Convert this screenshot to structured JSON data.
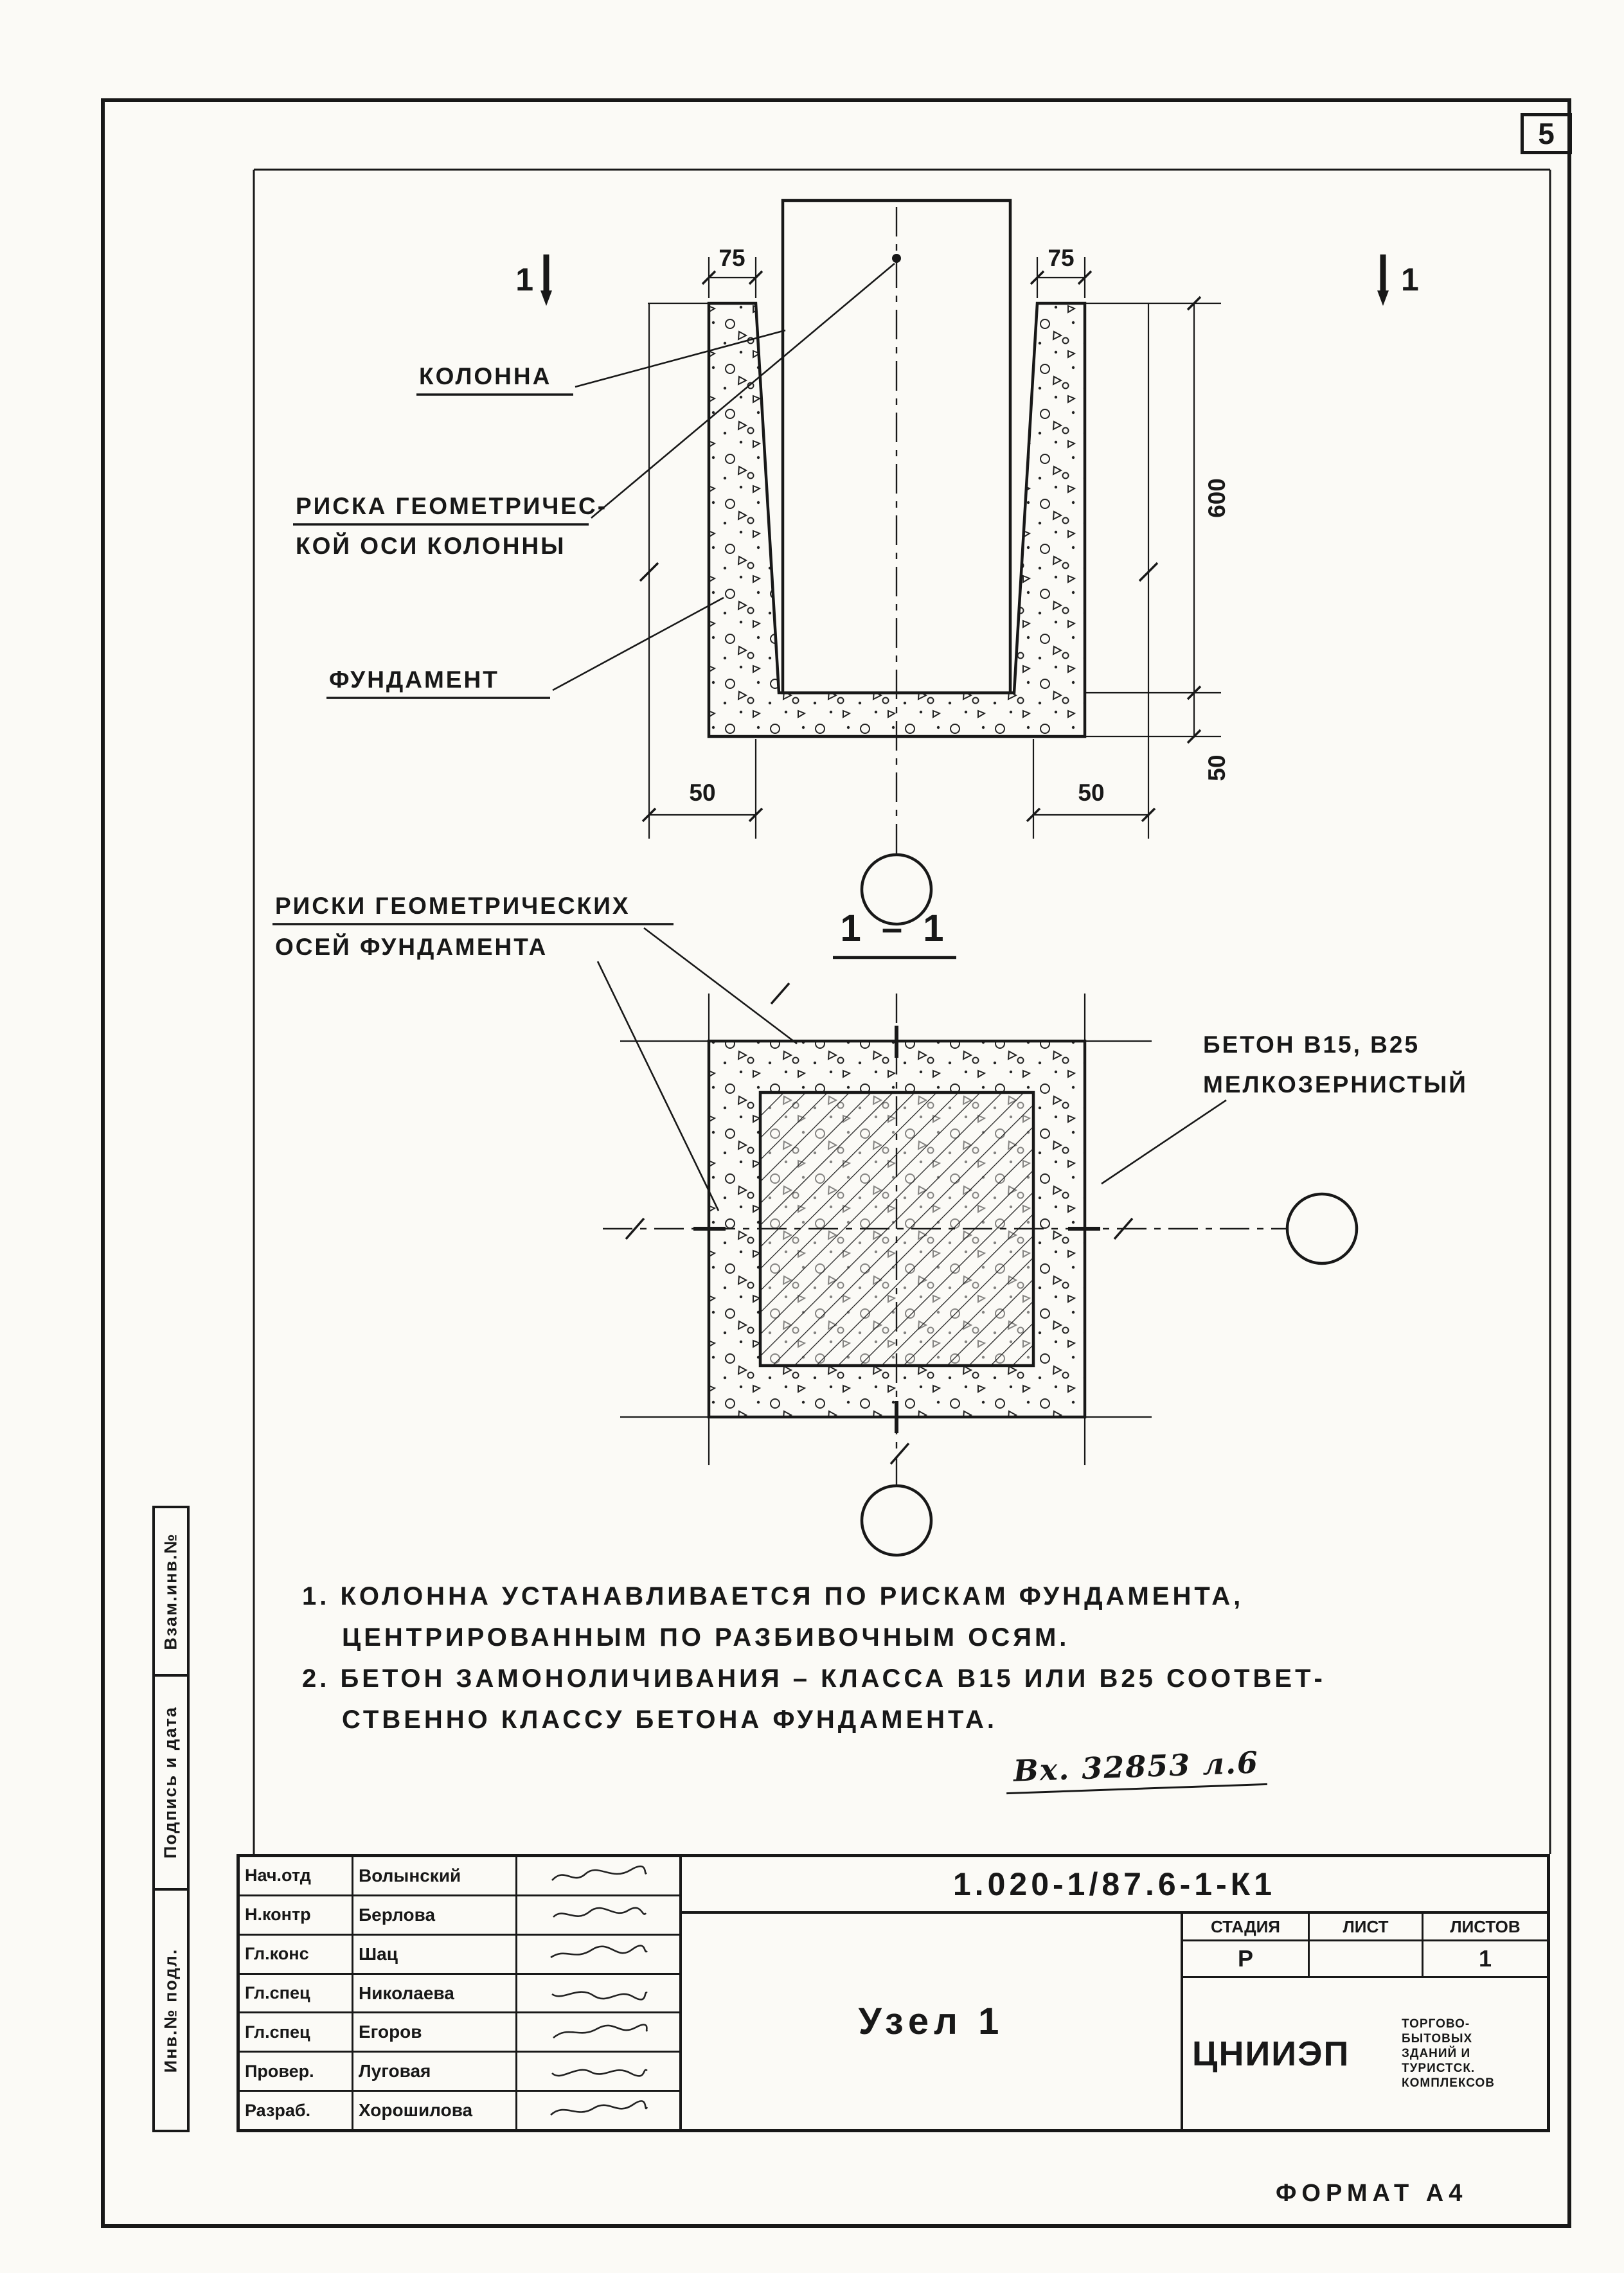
{
  "sheet": {
    "number": "5",
    "format": "ФОРМАТ А4",
    "received_note": "Вх. 32853 л.6"
  },
  "section_view": {
    "label_column": "КОЛОННА",
    "label_axis_1": "РИСКА ГЕОМЕТРИЧЕС-",
    "label_axis_2": "КОЙ ОСИ КОЛОННЫ",
    "label_foundation": "ФУНДАМЕНТ",
    "dim_top_left": "75",
    "dim_top_right": "75",
    "dim_depth": "600",
    "dim_slab": "50",
    "dim_bottom_left": "50",
    "dim_bottom_right": "50",
    "cut_mark": "1"
  },
  "plan_view": {
    "title": "1 – 1",
    "label_axes_1": "РИСКИ ГЕОМЕТРИЧЕСКИХ",
    "label_axes_2": "ОСЕЙ ФУНДАМЕНТА",
    "label_concrete_1": "БЕТОН В15, В25",
    "label_concrete_2": "МЕЛКОЗЕРНИСТЫЙ"
  },
  "notes": {
    "line1": "1. КОЛОННА УСТАНАВЛИВАЕТСЯ ПО РИСКАМ ФУНДАМЕНТА,",
    "line2": "ЦЕНТРИРОВАННЫМ ПО РАЗБИВОЧНЫМ ОСЯМ.",
    "line3": "2. БЕТОН ЗАМОНОЛИЧИВАНИЯ – КЛАССА  В15 ИЛИ В25 СООТВЕТ-",
    "line4": "СТВЕННО КЛАССУ БЕТОНА ФУНДАМЕНТА."
  },
  "title_block": {
    "doc_number": "1.020-1/87.6-1-К1",
    "node_title": "Узел 1",
    "signatures": [
      {
        "role": "Нач.отд",
        "name": "Волынский"
      },
      {
        "role": "Н.контр",
        "name": "Берлова"
      },
      {
        "role": "Гл.конс",
        "name": "Шац"
      },
      {
        "role": "Гл.спец",
        "name": "Николаева"
      },
      {
        "role": "Гл.спец",
        "name": "Егоров"
      },
      {
        "role": "Провер.",
        "name": "Луговая"
      },
      {
        "role": "Разраб.",
        "name": "Хорошилова"
      }
    ],
    "stage_label": "СТАДИЯ",
    "sheet_label": "ЛИСТ",
    "sheets_label": "ЛИСТОВ",
    "stage_value": "Р",
    "sheet_value": "",
    "sheets_value": "1",
    "organization": "ЦНИИЭП",
    "organization_detail": "ТОРГОВО-\nБЫТОВЫХ\nЗДАНИЙ И\nТУРИСТСК.\nКОМПЛЕКСОВ"
  },
  "side_strip": {
    "cell_top": "Взам.инв.№",
    "cell_mid": "Подпись и дата",
    "cell_bottom": "Инв.№ подл."
  }
}
